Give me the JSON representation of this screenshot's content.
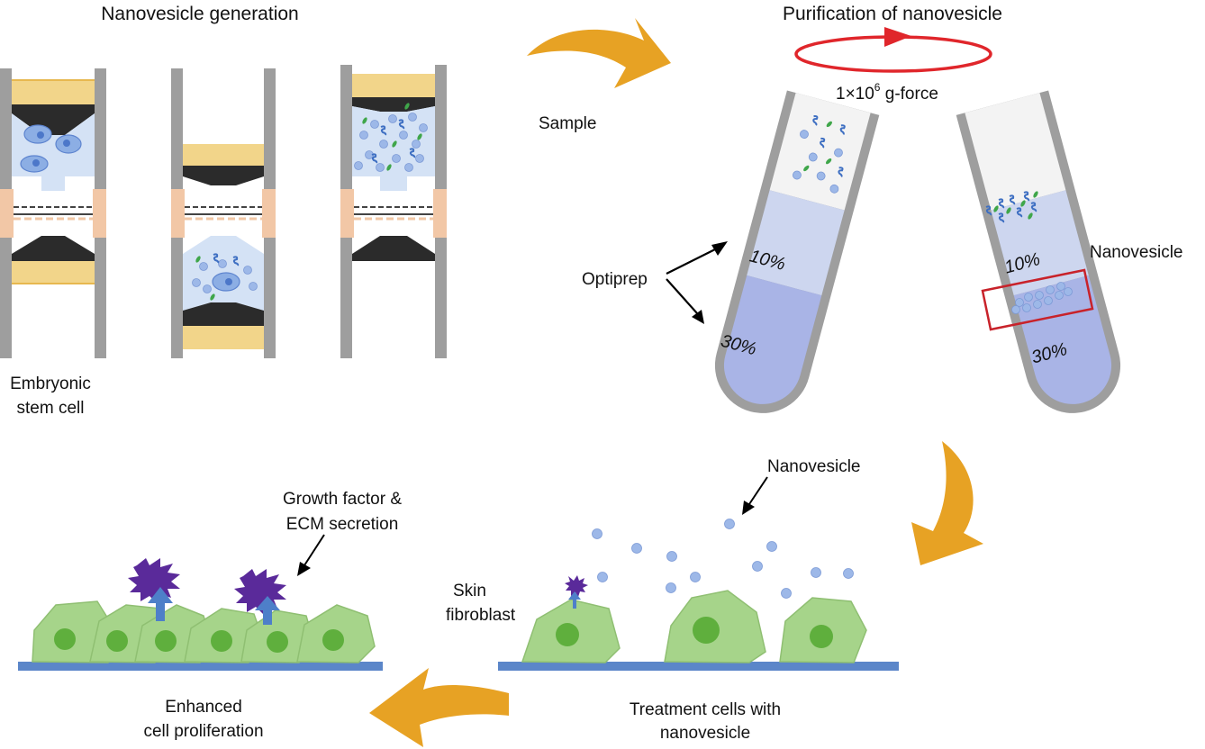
{
  "titles": {
    "generation": "Nanovesicle generation",
    "purification": "Purification of nanovesicle"
  },
  "labels": {
    "sample": "Sample",
    "gforce_base": "1×10",
    "gforce_exp": "6",
    "gforce_unit": " g-force",
    "optiprep": "Optiprep",
    "tube1_top_pct": "10%",
    "tube1_bottom_pct": "30%",
    "tube2_top_pct": "10%",
    "tube2_bottom_pct": "30%",
    "nanovesicle_band": "Nanovesicle",
    "esc_line1": "Embryonic",
    "esc_line2": "stem cell",
    "nanovesicle_free": "Nanovesicle",
    "growth_line1": "Growth factor &",
    "growth_line2": "ECM secretion",
    "skin_line1": "Skin",
    "skin_line2": "fibroblast",
    "enhanced_line1": "Enhanced",
    "enhanced_line2": "cell proliferation",
    "treatment_line1": "Treatment cells with",
    "treatment_line2": "nanovesicle"
  },
  "colors": {
    "flow_arrow": "#E7A224",
    "rotation_arrow": "#E0262B",
    "highlight_box": "#C8222A",
    "device_frame": "#9E9E9E",
    "plunger": "#F2D58A",
    "piston": "#2B2B2B",
    "membrane_holder": "#F2C7A6",
    "chamber_fluid": "#D4E2F5",
    "layer_10": "#CDD6EF",
    "layer_30": "#A9B4E6",
    "vesicle": "#9DB8E8",
    "cell_body": "#A6D48A",
    "cell_nucleus": "#5FAF3D",
    "secretion": "#5A2A9A",
    "secretion_arrow": "#4E7FC9",
    "substrate": "#5B86C9"
  },
  "icons": {
    "flow_arrows": "curved-arrow-icon",
    "rotation": "rotation-arrow-icon",
    "secretion": "starburst-icon"
  }
}
